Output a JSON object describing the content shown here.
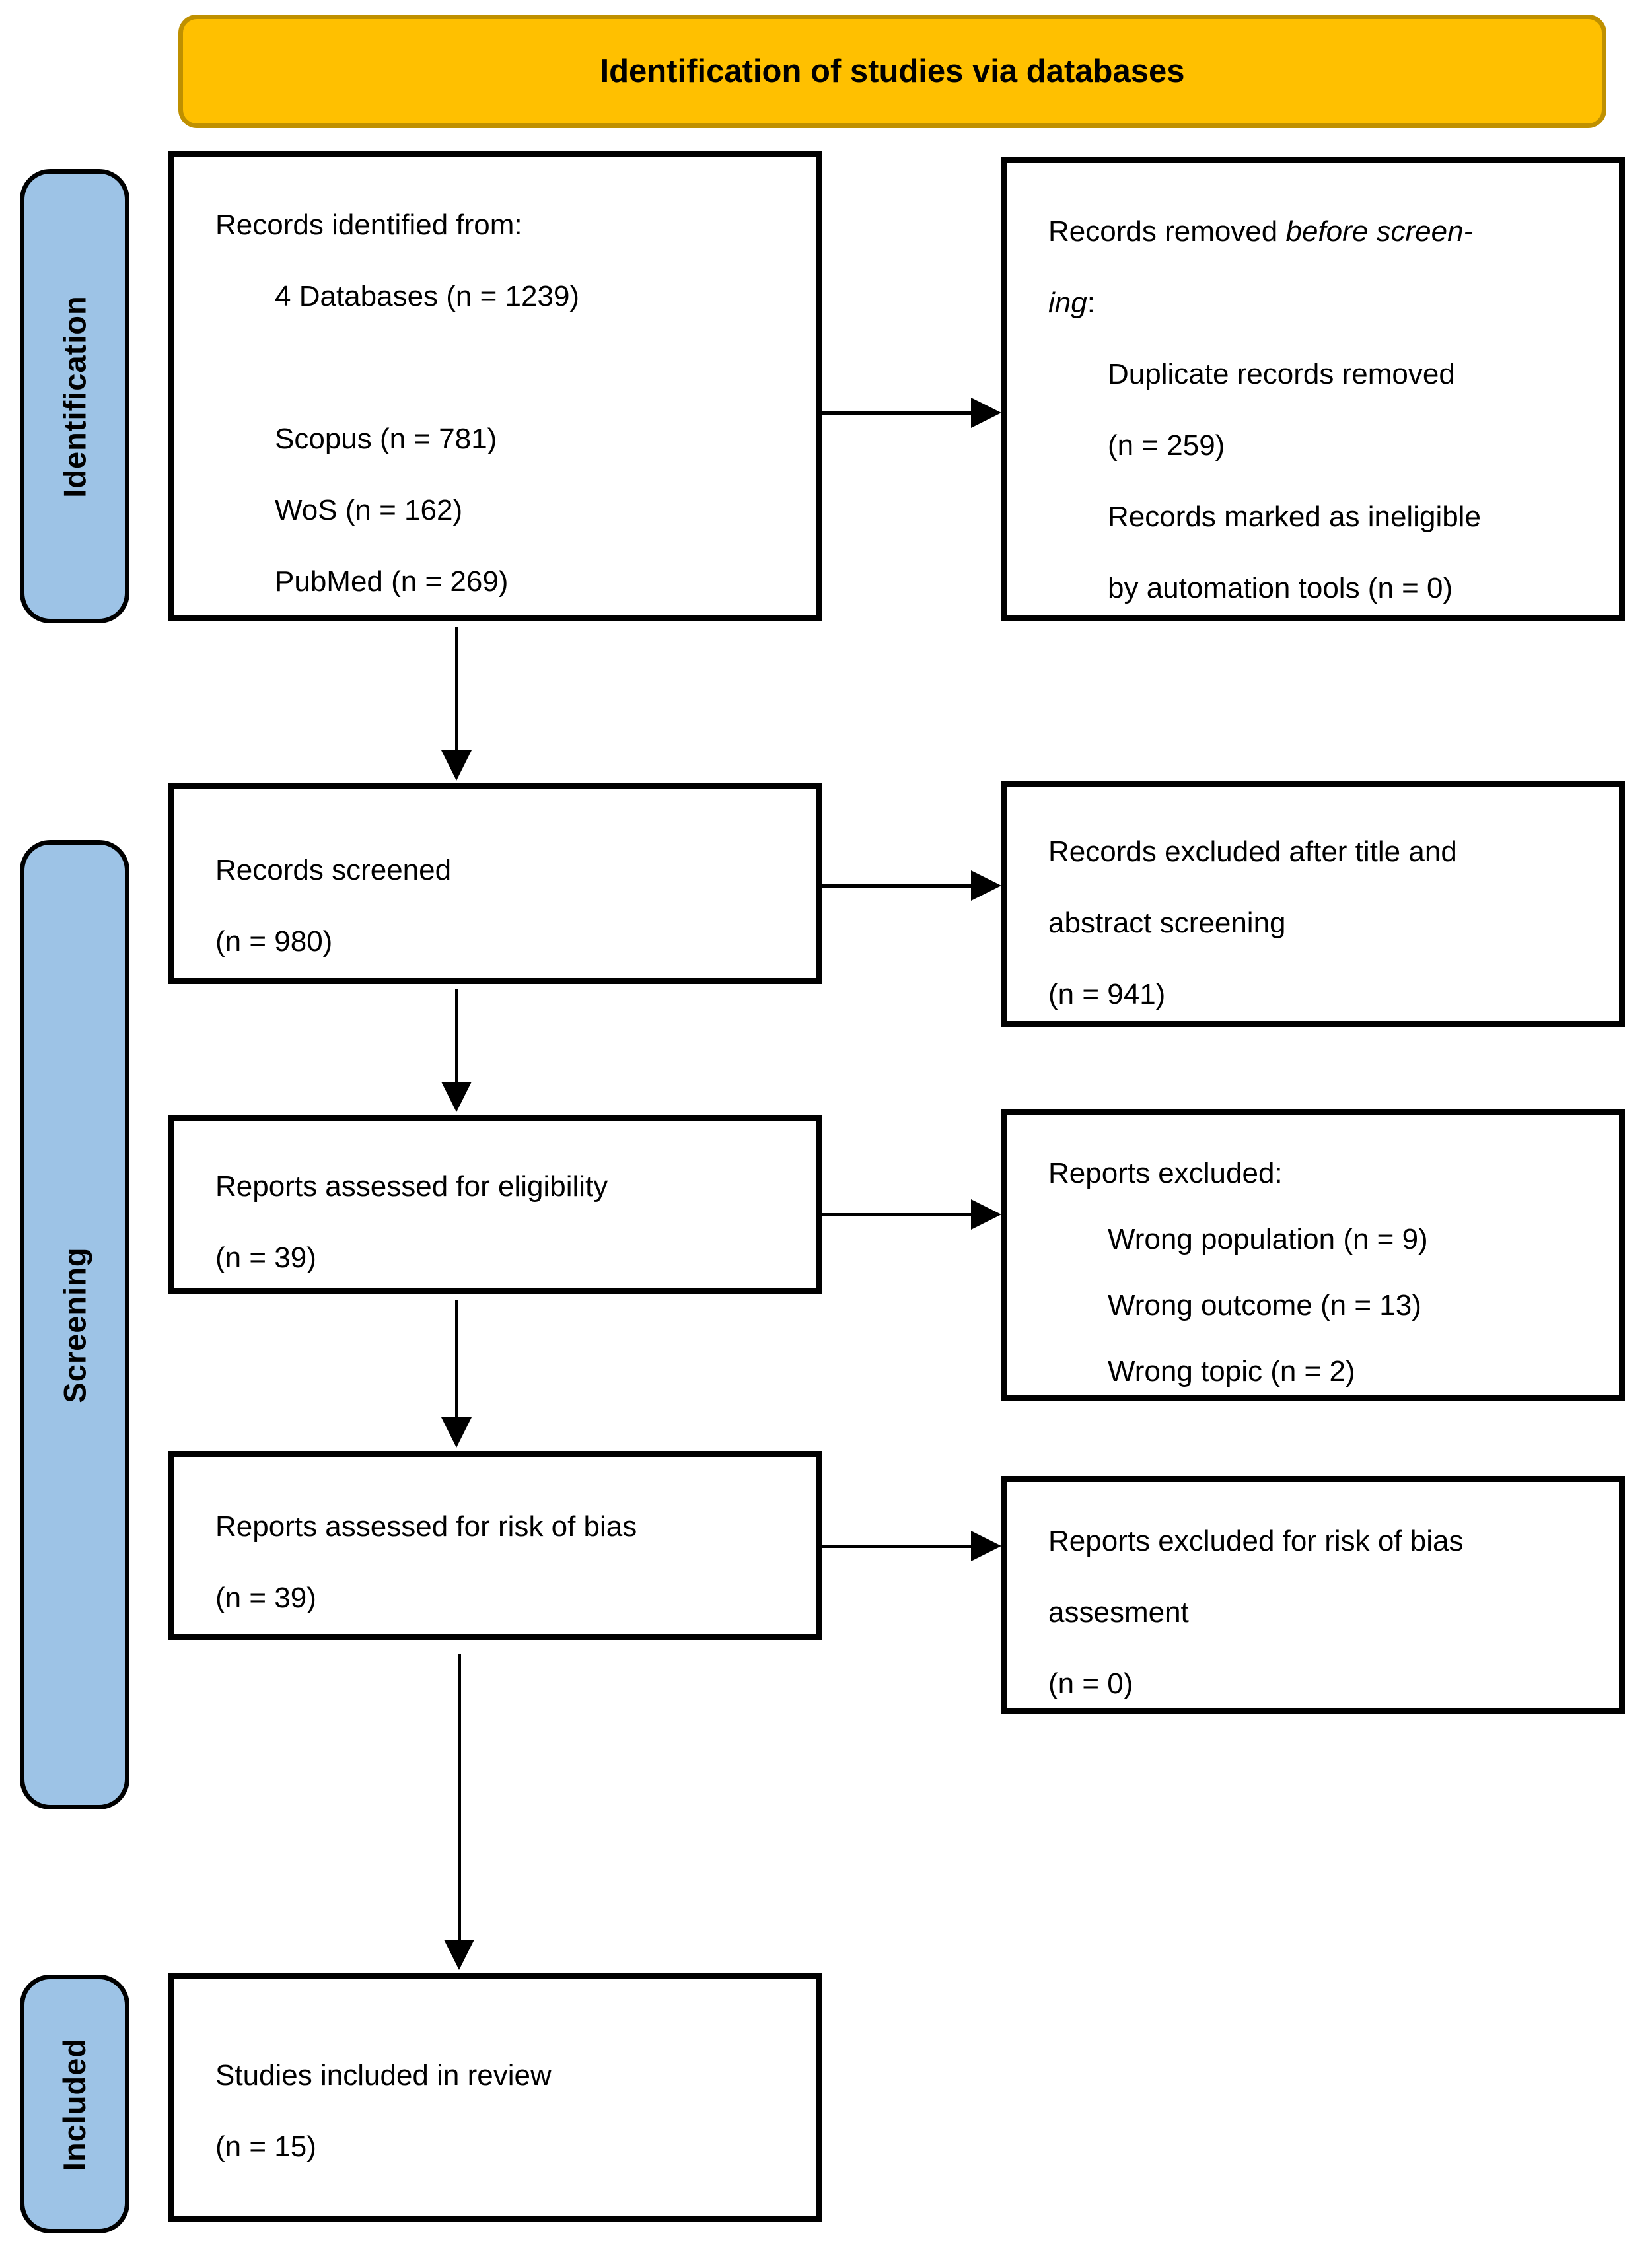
{
  "banner": {
    "title": "Identification of studies via databases"
  },
  "sidebar": {
    "identification": "Identification",
    "screening": "Screening",
    "included": "Included"
  },
  "boxes": {
    "records_identified": {
      "title": "Records identified from:",
      "items": [
        "4 Databases (n = 1239)",
        "Scopus (n = 781)",
        "WoS (n = 162)",
        "PubMed (n = 269)"
      ]
    },
    "records_removed": {
      "line1_normal": "Records removed ",
      "line1_italic": "before screen-",
      "line2_italic": "ing",
      "line2_normal": ":",
      "items": [
        "Duplicate records removed",
        "(n = 259)",
        "Records marked as ineligible",
        "by automation tools (n = 0)"
      ]
    },
    "records_screened": {
      "lines": [
        "Records screened",
        "(n = 980)"
      ]
    },
    "records_excluded": {
      "lines": [
        "Records excluded after title and",
        "abstract screening",
        "(n = 941)"
      ]
    },
    "reports_assessed_eligibility": {
      "lines": [
        "Reports assessed for eligibility",
        "(n = 39)"
      ]
    },
    "reports_excluded": {
      "title": "Reports excluded:",
      "items": [
        "Wrong population (n = 9)",
        "Wrong outcome (n = 13)",
        "Wrong topic (n = 2)"
      ]
    },
    "reports_assessed_bias": {
      "lines": [
        "Reports assessed for risk of bias",
        "(n = 39)"
      ]
    },
    "reports_excluded_bias": {
      "lines": [
        "Reports excluded for risk of bias",
        "assesment",
        "(n = 0)"
      ]
    },
    "studies_included": {
      "lines": [
        "Studies included in review",
        "(n = 15)"
      ]
    }
  },
  "colors": {
    "banner_fill": "#FFC000",
    "banner_border": "#BF9000",
    "stage_fill": "#9DC3E6",
    "box_border": "#000000",
    "box_fill": "#FFFFFF"
  }
}
